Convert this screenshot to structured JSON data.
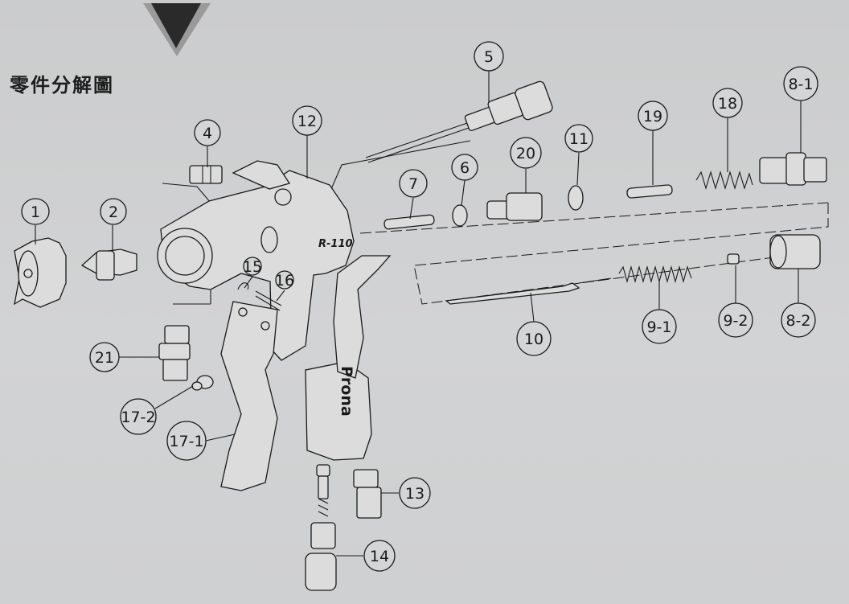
{
  "heading": "零件分解圖",
  "model_label": "R-110",
  "brand_mark": "Prona",
  "callouts": [
    "1",
    "2",
    "4",
    "5",
    "6",
    "7",
    "8-1",
    "8-2",
    "9-1",
    "9-2",
    "10",
    "11",
    "12",
    "13",
    "14",
    "15",
    "16",
    "17-1",
    "17-2",
    "18",
    "19",
    "20",
    "21"
  ]
}
